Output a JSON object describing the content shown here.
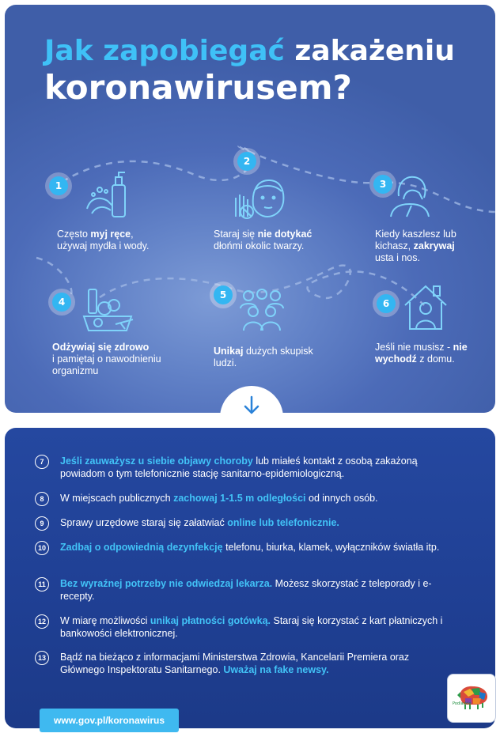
{
  "title": {
    "line1_accent": "Jak zapobiegać",
    "line1_rest": "zakażeniu",
    "line2": "koronawirusem?"
  },
  "steps": [
    {
      "num": "1",
      "pre": "Często ",
      "bold": "myj ręce",
      "post": ",",
      "line2": "używaj mydła i wody.",
      "icon": "hand-washing-icon"
    },
    {
      "num": "2",
      "pre": "Staraj się ",
      "bold": "nie dotykać",
      "post": "",
      "line2": "dłońmi okolic twarzy.",
      "icon": "no-touch-face-icon"
    },
    {
      "num": "3",
      "line1": "Kiedy kaszlesz lub",
      "pre": "kichasz, ",
      "bold": "zakrywaj",
      "line3": "usta i nos.",
      "icon": "cough-cover-icon"
    },
    {
      "num": "4",
      "bold": "Odżywiaj się zdrowo",
      "line2": "i pamiętaj o nawodnieniu",
      "line3": "organizmu",
      "icon": "healthy-food-icon"
    },
    {
      "num": "5",
      "bold": "Unikaj",
      "post": " dużych skupisk",
      "line2": "ludzi.",
      "icon": "crowd-icon"
    },
    {
      "num": "6",
      "pre": "Jeśli nie musisz - ",
      "bold": "nie",
      "bold2": "wychodź",
      "post": " z domu.",
      "icon": "stay-home-icon"
    }
  ],
  "tips": [
    {
      "num": "7",
      "parts": [
        {
          "t": "Jeśli zauważysz u siebie objawy choroby",
          "h": true
        },
        {
          "t": " lub miałeś kontakt z osobą zakażoną powiadom o tym telefonicznie stację sanitarno-epidemiologiczną.",
          "h": false
        }
      ]
    },
    {
      "num": "8",
      "parts": [
        {
          "t": "W miejscach publicznych ",
          "h": false
        },
        {
          "t": "zachowaj 1-1.5 m odległości",
          "h": true
        },
        {
          "t": " od innych osób.",
          "h": false
        }
      ]
    },
    {
      "num": "9",
      "parts": [
        {
          "t": "Sprawy urzędowe staraj się załatwiać ",
          "h": false
        },
        {
          "t": "online lub telefonicznie.",
          "h": true
        }
      ]
    },
    {
      "num": "10",
      "parts": [
        {
          "t": "Zadbaj o odpowiednią dezynfekcję",
          "h": true
        },
        {
          "t": " telefonu, biurka, klamek, wyłączników światła itp.",
          "h": false
        }
      ]
    },
    {
      "num": "11",
      "parts": [
        {
          "t": "Bez wyraźnej potrzeby nie odwiedzaj lekarza.",
          "h": true
        },
        {
          "t": " Możesz skorzystać z teleporady i e-recepty.",
          "h": false
        }
      ]
    },
    {
      "num": "12",
      "parts": [
        {
          "t": "W miarę możliwości ",
          "h": false
        },
        {
          "t": "unikaj płatności gotówką.",
          "h": true
        },
        {
          "t": " Staraj się korzystać z kart płatniczych i bankowości elektronicznej.",
          "h": false
        }
      ]
    },
    {
      "num": "13",
      "parts": [
        {
          "t": "Bądź na bieżąco z informacjami Ministerstwa Zdrowia, Kancelarii Premiera oraz Głównego Inspektoratu Sanitarnego. ",
          "h": false
        },
        {
          "t": "Uważaj na fake newsy.",
          "h": true
        }
      ]
    }
  ],
  "url": "www.gov.pl/koronawirus",
  "logo": {
    "label": "Podlaskie",
    "icon": "bison-logo-icon"
  },
  "colors": {
    "accent": "#3fc1f7",
    "top_bg": "#4c6bb8",
    "bottom_bg": "#1f3f93",
    "button": "#3fb9f0"
  }
}
